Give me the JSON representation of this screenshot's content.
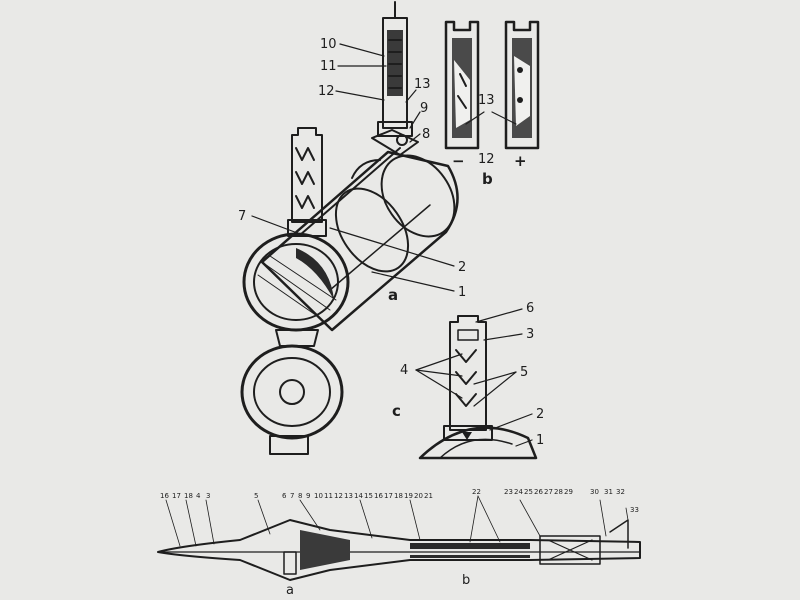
{
  "figure_a": {
    "caption": "a",
    "callouts": [
      "10",
      "11",
      "12",
      "13",
      "9",
      "8",
      "7",
      "2",
      "1"
    ]
  },
  "figure_b": {
    "caption": "b",
    "minus_sign": "−",
    "plus_sign": "+",
    "callouts": [
      "13",
      "12"
    ]
  },
  "figure_c": {
    "caption": "c",
    "callouts": [
      "6",
      "3",
      "4",
      "5",
      "2",
      "1"
    ]
  },
  "figure_bottom": {
    "callouts_left": [
      "16",
      "17",
      "18",
      "4",
      "3"
    ],
    "callouts_mid": [
      "5",
      "6",
      "7",
      "8",
      "9",
      "10",
      "11",
      "12",
      "13",
      "14",
      "15",
      "16",
      "17",
      "18",
      "19",
      "20",
      "21"
    ],
    "callouts_right": [
      "22",
      "23",
      "24",
      "25",
      "26",
      "27",
      "28",
      "29",
      "30",
      "31",
      "32",
      "33"
    ],
    "label_a": "a",
    "label_b": "b"
  }
}
